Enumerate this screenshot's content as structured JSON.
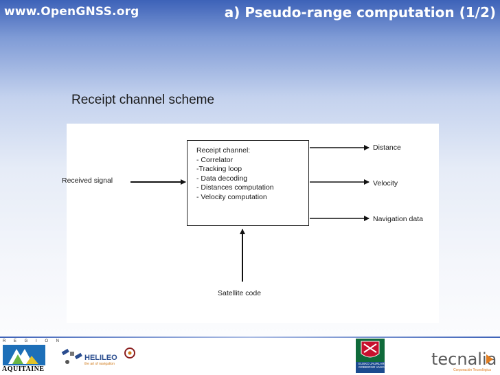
{
  "header": {
    "site": "www.OpenGNSS.org",
    "title": "a) Pseudo-range computation (1/2)"
  },
  "heading": "Receipt channel scheme",
  "diagram": {
    "input_label": "Received signal",
    "box_lines": [
      "Receipt channel:",
      "- Correlator",
      "-Tracking loop",
      "- Data decoding",
      "- Distances computation",
      "- Velocity computation"
    ],
    "outputs": [
      "Distance",
      "Velocity",
      "Navigation data"
    ],
    "bottom_label": "Satellite code"
  },
  "footer": {
    "region_label": "R E G I O N",
    "aquitaine": "AQUITAINE",
    "helileo": "HELILEO",
    "helileo_tagline": "the art of navigation",
    "basque_line1": "EUSKO JAURLARITZA",
    "basque_line2": "GOBIERNO VASCO",
    "tecnalia": "tecnalia",
    "tecnalia_tagline": "Corporación Tecnológica"
  },
  "colors": {
    "header_blue": "#3d62b8",
    "accent_orange": "#e07c1f"
  }
}
